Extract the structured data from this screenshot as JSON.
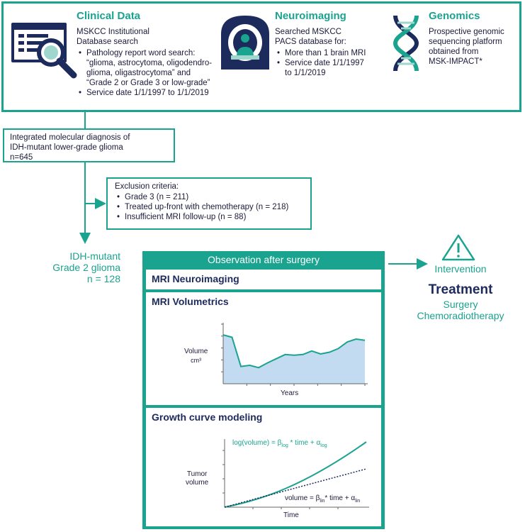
{
  "sources": {
    "clinical": {
      "title": "Clinical Data",
      "line1": "MSKCC Institutional",
      "line2": "Database search",
      "bullets": [
        "Pathology report word search:",
        "“glioma, astrocytoma, oligodendro-",
        "glioma, oligastrocytoma” and",
        "“Grade 2 or Grade 3 or low-grade”",
        "Service date 1/1/1997 to 1/1/2019"
      ]
    },
    "neuro": {
      "title": "Neuroimaging",
      "line1": "Searched MSKCC",
      "line2": "PACS database for:",
      "bullets": [
        "More than 1 brain MRI",
        "Service date 1/1/1997",
        "to 1/1/2019"
      ]
    },
    "genomics": {
      "title": "Genomics",
      "lines": [
        "Prospective genomic",
        "sequencing platform",
        "obtained from",
        "MSK-IMPACT*"
      ]
    }
  },
  "integrated": {
    "line1": "Integrated molecular diagnosis of",
    "line2": "IDH-mutant lower-grade glioma",
    "line3": "n=645"
  },
  "exclusion": {
    "title": "Exclusion criteria:",
    "items": [
      "Grade 3 (n = 211)",
      "Treated up-front with chemotherapy (n = 218)",
      "Insufficient MRI follow-up (n = 88)"
    ]
  },
  "cohort": {
    "line1": "IDH-mutant",
    "line2": "Grade 2 glioma",
    "line3": "n = 128"
  },
  "observation": {
    "header": "Observation after surgery",
    "panel1_title": "MRI Neuroimaging",
    "panel2_title": "MRI Volumetrics",
    "volumetrics": {
      "ylabel_line1": "Volume",
      "ylabel_line2": "cm³",
      "xlabel": "Years",
      "values": [
        0.82,
        0.78,
        0.29,
        0.31,
        0.27,
        0.35,
        0.42,
        0.49,
        0.48,
        0.49,
        0.55,
        0.5,
        0.53,
        0.59,
        0.7,
        0.75,
        0.73
      ]
    },
    "panel3_title": "Growth curve modeling",
    "growth": {
      "ylabel_line1": "Tumor",
      "ylabel_line2": "volume",
      "xlabel": "Time",
      "log_label": "log(volume) = β",
      "log_sub1": "log",
      "log_mid": " * time + α",
      "log_sub2": "log",
      "lin_label": "volume = β",
      "lin_sub1": "lin",
      "lin_mid": "* time + α",
      "lin_sub2": "lin"
    }
  },
  "outcome": {
    "intervention": "Intervention",
    "treatment": "Treatment",
    "line1": "Surgery",
    "line2": "Chemoradiotherapy"
  },
  "colors": {
    "teal": "#1aa38f",
    "navy": "#1d2a5c",
    "fill": "#c3dbf1"
  }
}
